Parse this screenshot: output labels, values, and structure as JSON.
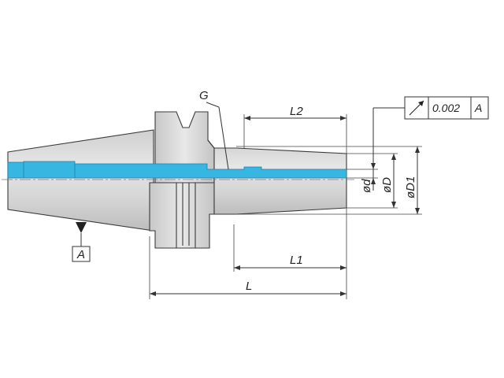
{
  "labels": {
    "G": "G",
    "L2": "L2",
    "L1": "L1",
    "L": "L",
    "od": "ød",
    "oD": "øD",
    "oD1": "øD1",
    "datum": "A"
  },
  "tolerance": {
    "value": "0.002",
    "datum": "A",
    "symbol": "circular-runout-icon"
  },
  "colors": {
    "body": "#d9d9d9",
    "body_dark": "#bdbdbd",
    "bore": "#37b6e2",
    "outline": "#3a3a3a",
    "centerline": "#7a7a7a"
  }
}
